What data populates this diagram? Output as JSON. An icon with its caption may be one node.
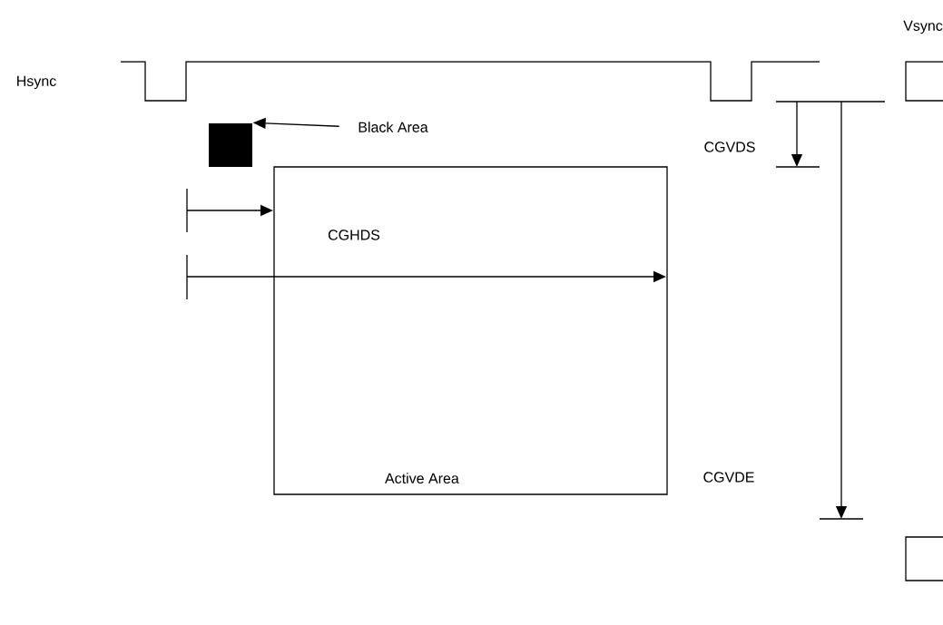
{
  "diagram": {
    "nodes": [
      {
        "text": [
          "Active Area"
        ]
      },
      {
        "text": [
          "Black Area"
        ]
      },
      {
        "text": [],
        "shape": "box"
      }
    ],
    "edges": [
      {
        "from": 1,
        "to": 2,
        "arrow": "to"
      }
    ],
    "labels": [
      "Vsync",
      "Hsync",
      "CGVDS",
      "CGHDS",
      "CGVDE"
    ]
  }
}
